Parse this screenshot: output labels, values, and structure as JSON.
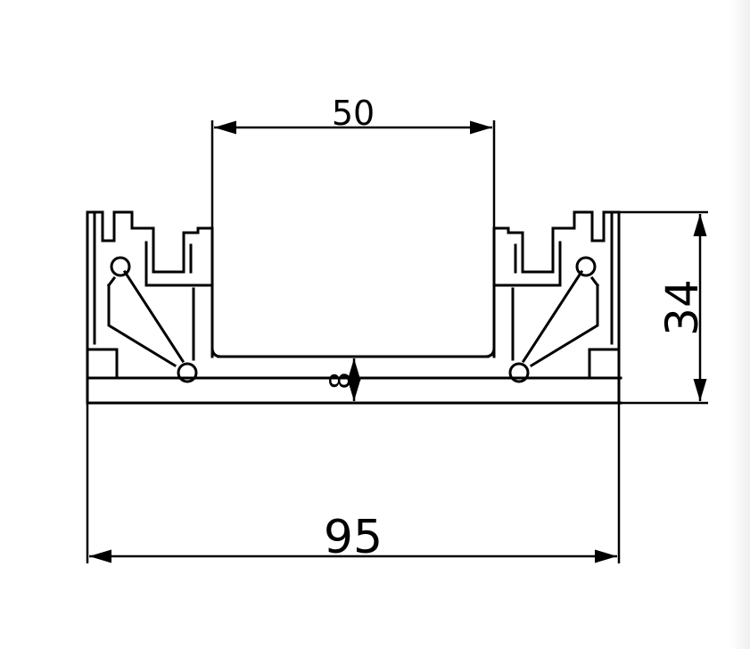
{
  "colors": {
    "line": "#000000",
    "background": "#ffffff"
  },
  "dimensions": {
    "top_opening_width": "50",
    "overall_width": "95",
    "overall_height": "34",
    "base_thickness": "8"
  }
}
